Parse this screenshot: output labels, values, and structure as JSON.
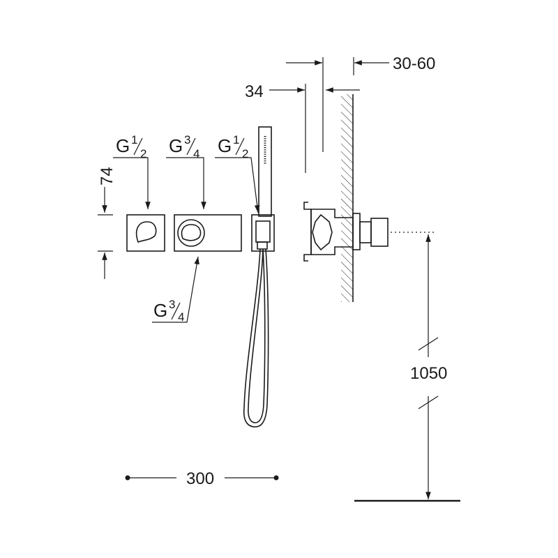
{
  "dimensions": {
    "width_total": "300",
    "height_from_floor": "1050",
    "depth_34": "34",
    "depth_range": "30-60",
    "connection_height": "74"
  },
  "connections": {
    "left_outlet": {
      "prefix": "G",
      "num": "1",
      "den": "2"
    },
    "mixer_inlet": {
      "prefix": "G",
      "num": "3",
      "den": "4"
    },
    "hose_outlet": {
      "prefix": "G",
      "num": "1",
      "den": "2"
    },
    "mixer_bottom": {
      "prefix": "G",
      "num": "3",
      "den": "4"
    }
  },
  "colors": {
    "line": "#1a1a1a",
    "background": "#ffffff"
  }
}
